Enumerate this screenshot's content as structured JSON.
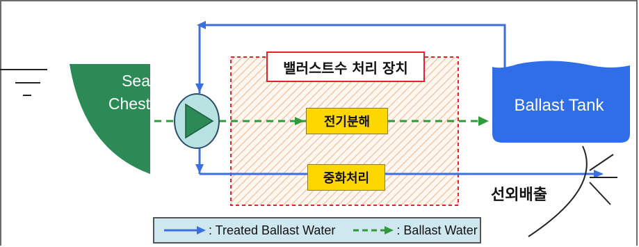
{
  "title": "밸러스트수 처리 장치",
  "sea_chest": {
    "label_line1": "Sea",
    "label_line2": "Chest"
  },
  "ballast_tank": {
    "label": "Ballast Tank"
  },
  "processes": {
    "electrolysis": "전기분해",
    "neutralization": "중화처리"
  },
  "discharge": {
    "label": "선외배출"
  },
  "legend": [
    {
      "label": ": Treated Ballast Water",
      "style": "solid",
      "color": "#3b6fe0"
    },
    {
      "label": ": Ballast Water",
      "style": "dashed",
      "color": "#2e9a3a"
    }
  ],
  "colors": {
    "sea_chest": "#2b8a55",
    "tank": "#2f6ee6",
    "pump_fill": "#b9e2e2",
    "pump_triangle": "#2b8a55",
    "treated_line": "#3b6fe0",
    "ballast_line": "#2e9a3a",
    "process_box": "#ffd700",
    "title_border": "#e8202a"
  }
}
